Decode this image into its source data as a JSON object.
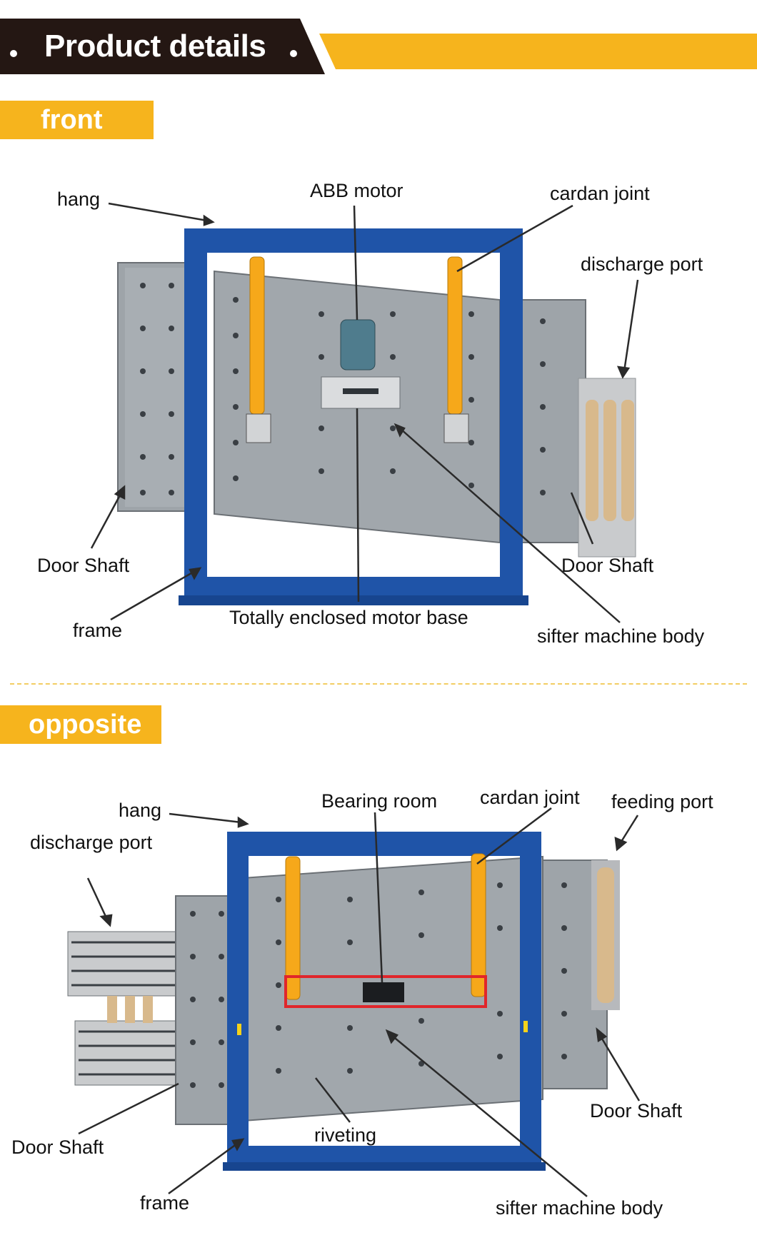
{
  "header": {
    "title": "Product details"
  },
  "sections": {
    "front": {
      "tab_label": "front",
      "labels": {
        "hang": "hang",
        "abb_motor": "ABB motor",
        "cardan_joint": "cardan joint",
        "discharge_port": "discharge port",
        "door_shaft_left": "Door Shaft",
        "door_shaft_right": "Door Shaft",
        "frame": "frame",
        "motor_base": "Totally enclosed motor base",
        "sifter_body": "sifter machine body"
      }
    },
    "opposite": {
      "tab_label": "opposite",
      "labels": {
        "hang": "hang",
        "bearing_room": "Bearing room",
        "cardan_joint": "cardan joint",
        "feeding_port": "feeding port",
        "discharge_port": "discharge port",
        "door_shaft_left": "Door Shaft",
        "door_shaft_right": "Door Shaft",
        "riveting": "riveting",
        "frame": "frame",
        "sifter_body": "sifter machine body"
      }
    }
  },
  "colors": {
    "brand_yellow": "#F6B41D",
    "header_dark": "#241713",
    "frame_blue": "#1F54A8",
    "body_gray": "#9DA3A8",
    "highlight_red": "#E0262B"
  }
}
